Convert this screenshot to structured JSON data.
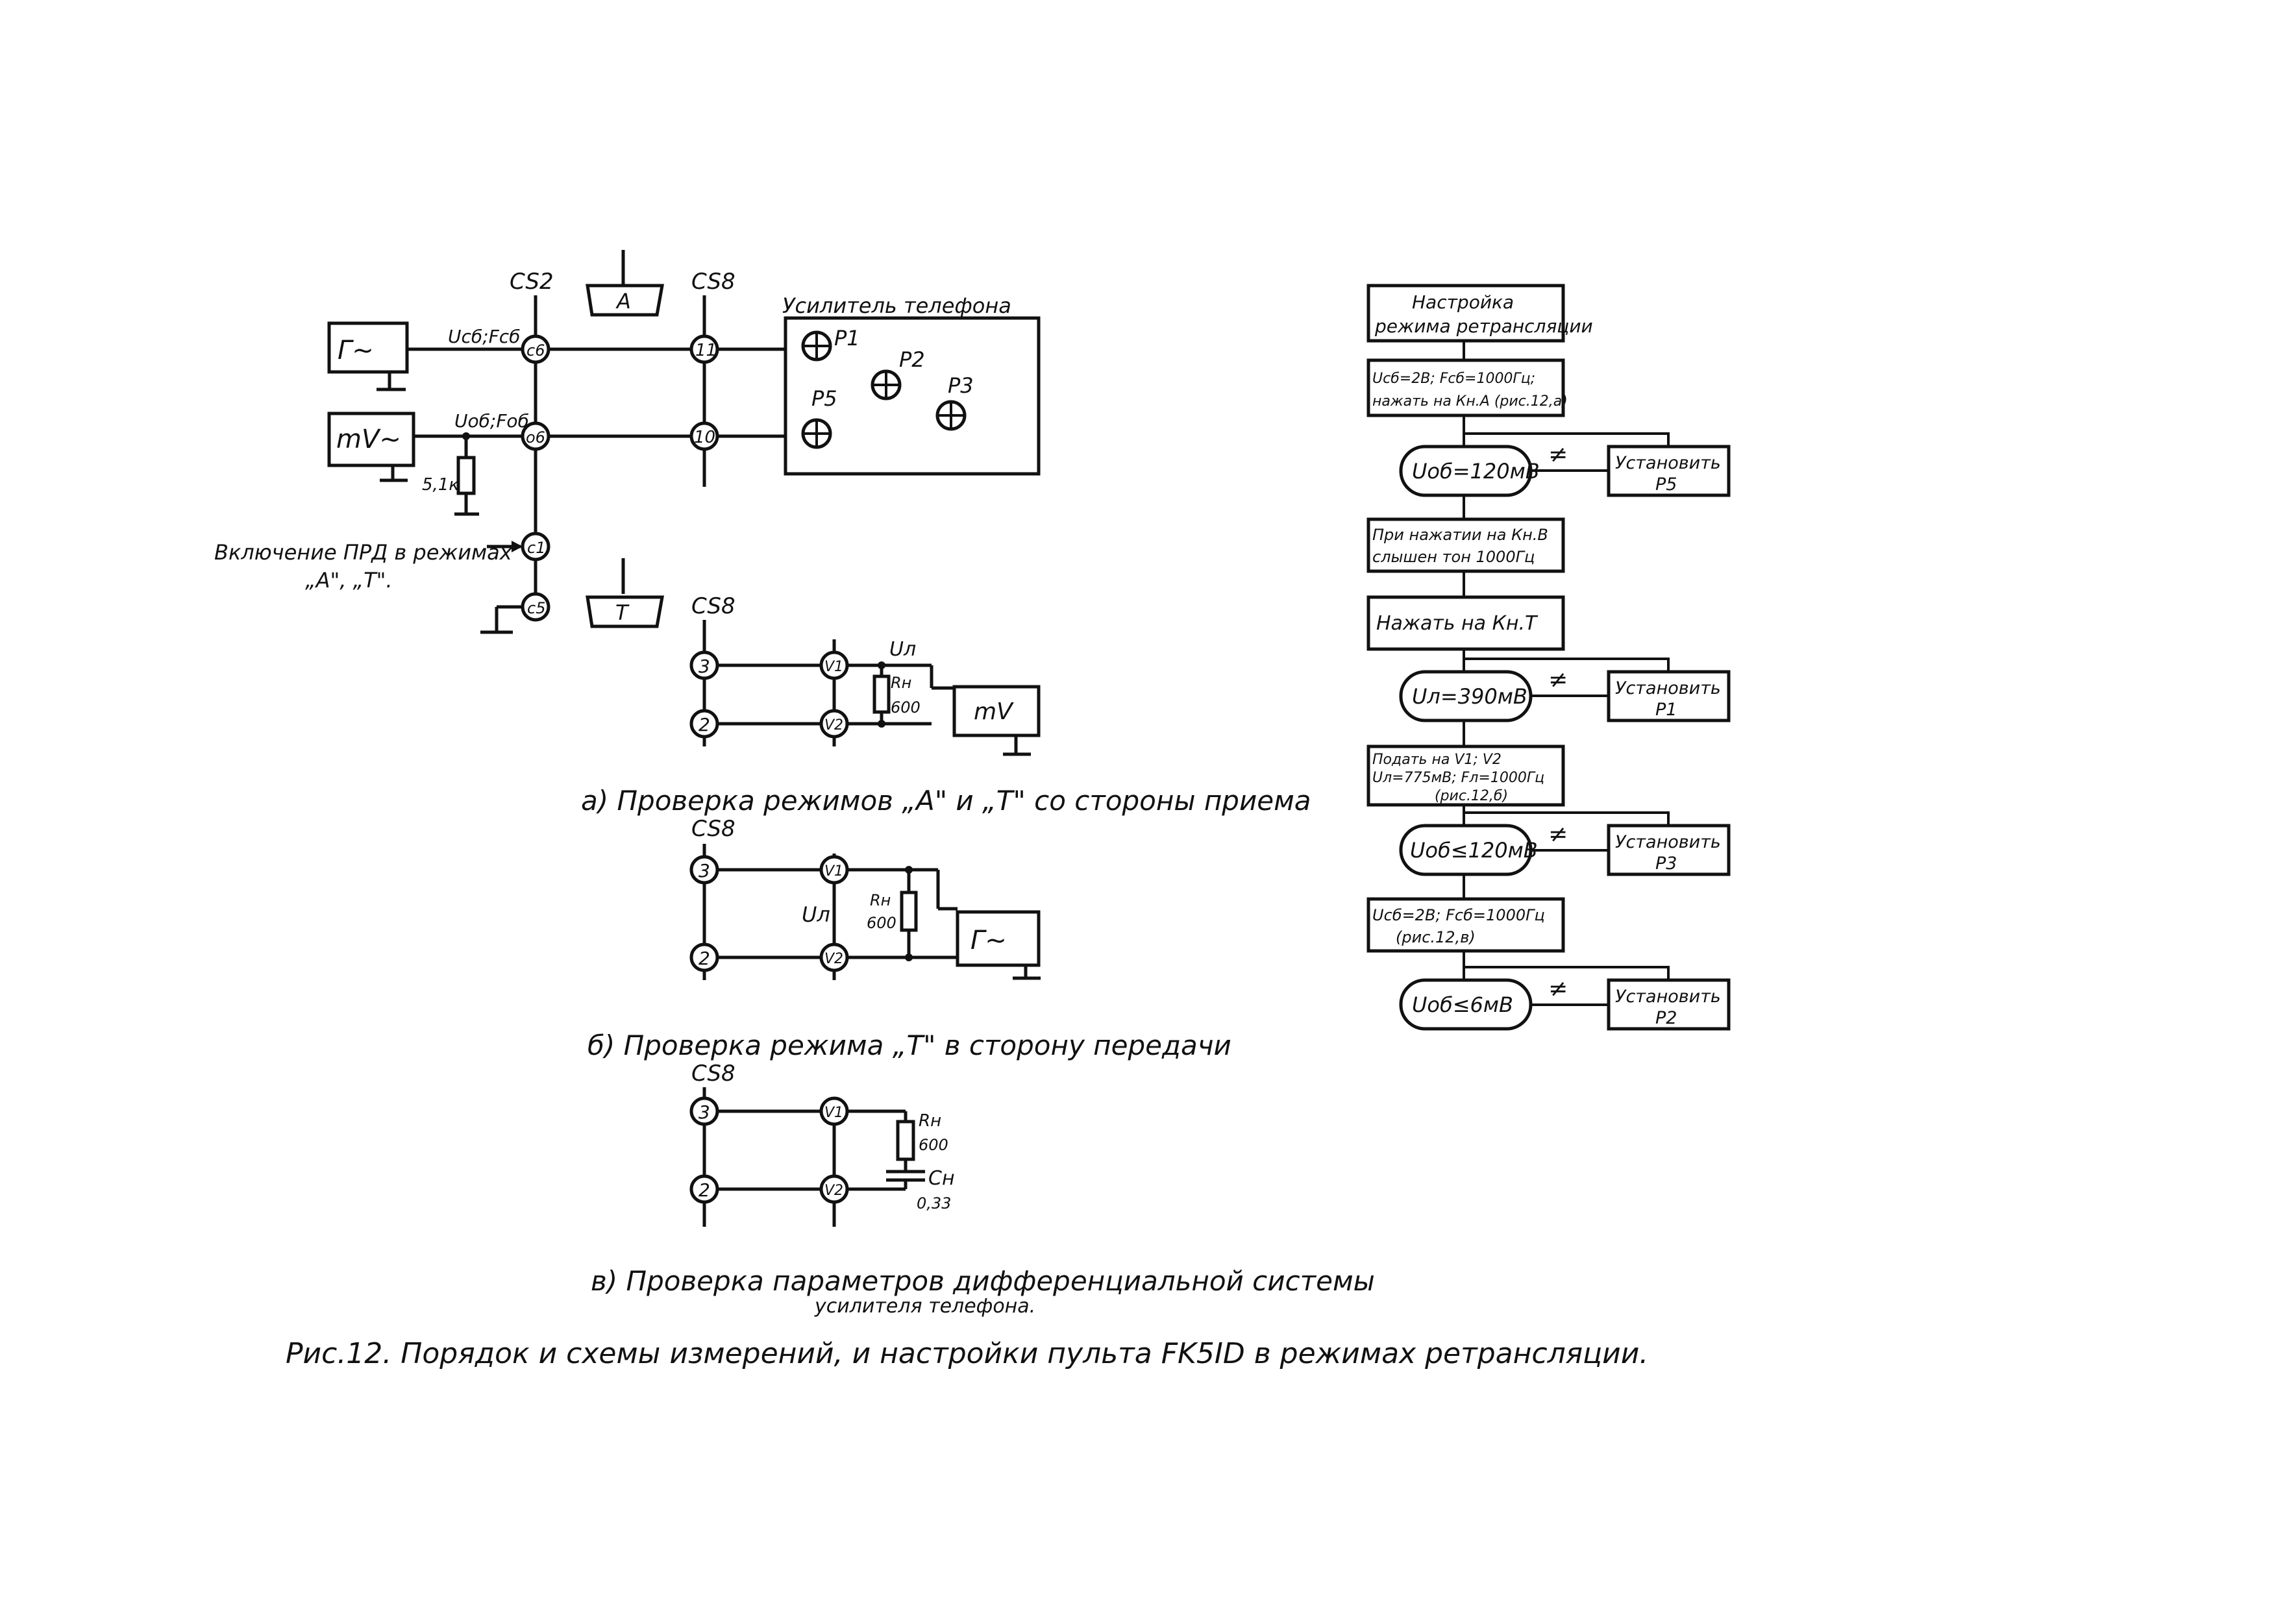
{
  "schematic": {
    "connectors": {
      "cs2": "CS2",
      "cs8": "CS8"
    },
    "mode_boxes": {
      "a": "A",
      "t": "T"
    },
    "generator": "Г~",
    "millivoltmeter": "mV~",
    "signal_label_transmit": "Ucб;Fcб",
    "signal_label_receive": "Uoб;Foб",
    "resistor_value": "5,1к",
    "pins": {
      "c6": "c6",
      "o6": "o6",
      "c1": "c1",
      "c5": "c5",
      "p11": "11",
      "p10": "10"
    },
    "amplifier_title": "Усилитель телефона",
    "potentiometers": [
      "P1",
      "P2",
      "P3",
      "P5"
    ],
    "enable_note_line1": "Включение ПРД в режимах",
    "enable_note_line2": "„А\", „Т\"."
  },
  "circuit_a": {
    "connector": "CS8",
    "pins": [
      "3",
      "2"
    ],
    "terminals": [
      "V1",
      "V2"
    ],
    "voltage_label": "Uл",
    "load_label": "Rн",
    "load_value": "600",
    "meter": "mV",
    "caption": "а) Проверка режимов „А\" и „Т\" со стороны приема"
  },
  "circuit_b": {
    "connector": "CS8",
    "pins": [
      "3",
      "2"
    ],
    "terminals": [
      "V1",
      "V2"
    ],
    "voltage_label": "Uл",
    "load_label": "Rн",
    "load_value": "600",
    "generator": "Г~",
    "caption": "б) Проверка режима „Т\" в сторону передачи"
  },
  "circuit_c": {
    "connector": "CS8",
    "pins": [
      "3",
      "2"
    ],
    "terminals": [
      "V1",
      "V2"
    ],
    "load_label": "Rн",
    "load_value": "600",
    "cap_label": "Cн",
    "cap_value": "0,33",
    "caption_line1": "в) Проверка параметров дифференциальной системы",
    "caption_line2": "усилителя телефона."
  },
  "flowchart": {
    "start_line1": "Настройка",
    "start_line2": "режима ретрансляции",
    "step1_line1": "Ucб=2В; Fcб=1000Гц;",
    "step1_line2": "нажать на Кн.А (рис.12,а)",
    "check1": "Uoб=120мВ",
    "action1_line1": "Установить",
    "action1_line2": "P5",
    "step2_line1": "При нажатии на Кн.В",
    "step2_line2": "слышен тон 1000Гц",
    "step3": "Нажать на Кн.Т",
    "check2": "Uл=390мВ",
    "action2_line1": "Установить",
    "action2_line2": "P1",
    "step4_line1": "Подать на V1; V2",
    "step4_line2": "Uл=775мВ; Fл=1000Гц",
    "step4_line3": "(рис.12,б)",
    "check3": "Uoб≤120мВ",
    "action3_line1": "Установить",
    "action3_line2": "P3",
    "step5_line1": "Ucб=2В; Fcб=1000Гц",
    "step5_line2": "(рис.12,в)",
    "check4": "Uoб≤6мВ",
    "action4_line1": "Установить",
    "action4_line2": "P2",
    "not_equal": "≠"
  },
  "figure_caption": "Рис.12. Порядок и схемы измерений, и настройки пульта FK5ID в режимах ретрансляции."
}
